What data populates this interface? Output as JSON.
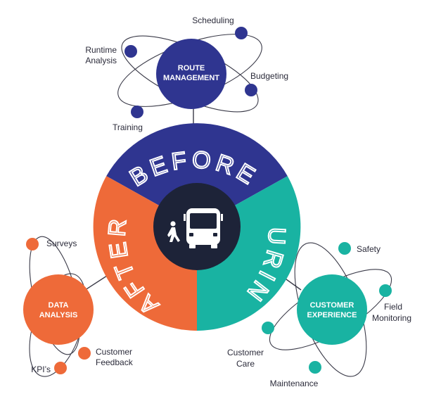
{
  "colors": {
    "before": "#2f3590",
    "during": "#19b3a2",
    "after": "#ee6a39",
    "center": "#1d2338",
    "route": "#2f3590",
    "customer": "#19b3a2",
    "data": "#ee6a39"
  },
  "center": {
    "icon": "bus-with-pedestrian-icon"
  },
  "segments": {
    "before": "BEFORE",
    "during": "DURING",
    "after": "AFTER"
  },
  "hubs": {
    "route": {
      "line1": "ROUTE",
      "line2": "MANAGEMENT"
    },
    "customer": {
      "line1": "CUSTOMER",
      "line2": "EXPERIENCE"
    },
    "data": {
      "line1": "DATA",
      "line2": "ANALYSIS"
    }
  },
  "satellites": {
    "scheduling": "Scheduling",
    "runtime1": "Runtime",
    "runtime2": "Analysis",
    "budgeting": "Budgeting",
    "training": "Training",
    "safety": "Safety",
    "field1": "Field",
    "field2": "Monitoring",
    "care1": "Customer",
    "care2": "Care",
    "maintenance": "Maintenance",
    "surveys": "Surveys",
    "feedback1": "Customer",
    "feedback2": "Feedback",
    "kpis": "KPI’s"
  }
}
